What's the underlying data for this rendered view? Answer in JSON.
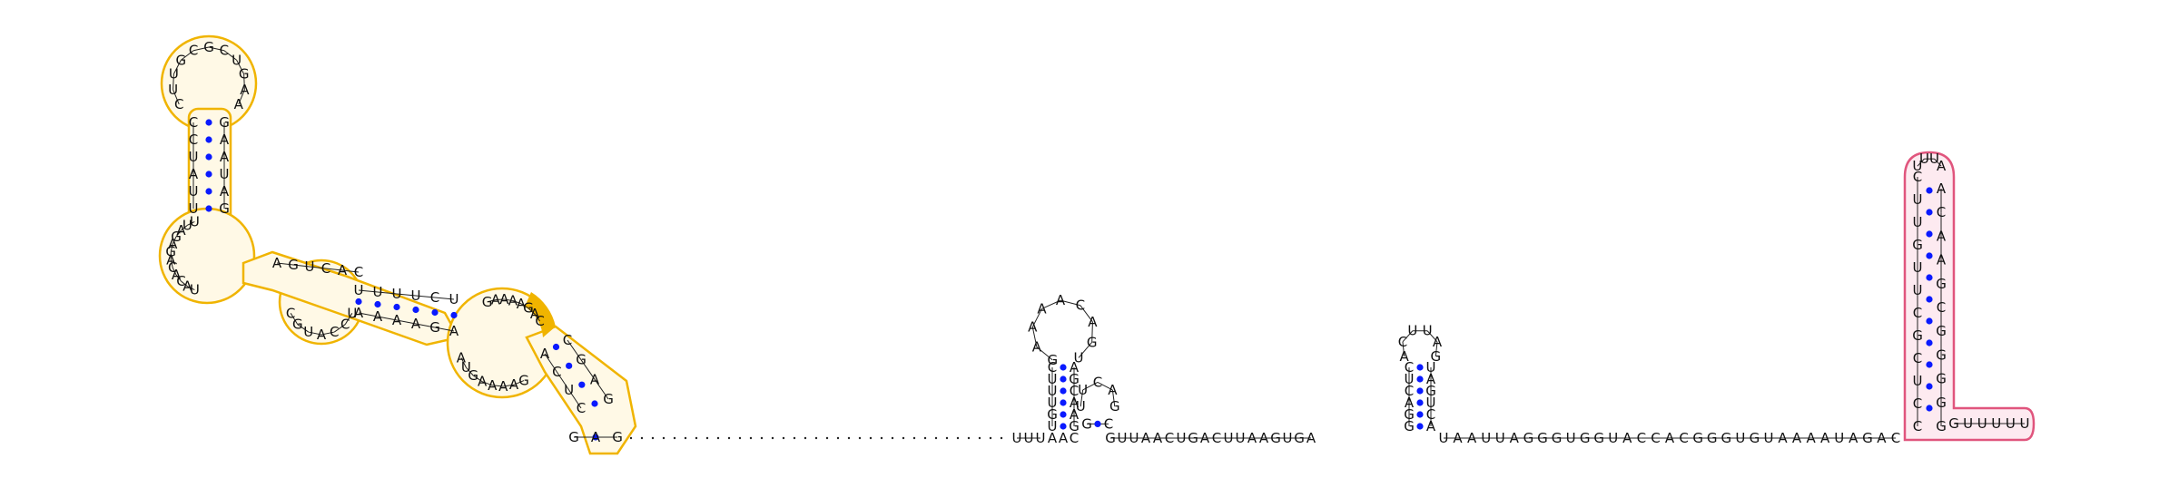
{
  "diagram": {
    "colors": {
      "region_a": "#f0b400",
      "region_a_fill": "#fff9e6",
      "region_a_highlight": "#f0b400",
      "region_b": "#e0557d",
      "region_b_fill": "#fdeaf0",
      "pair_dot": "#0a1aff",
      "backbone": "#222222"
    },
    "segments": {
      "hairpin_loop_1": "CUUGCGCUGAA",
      "stem_1_left": "CCUAUU",
      "stem_1_right": "GAAUAG",
      "junction_left": "UUAGAGACACAU",
      "junction_mid": "AGUCAC",
      "interior_right": "CGUACCU",
      "stem_2": "UUUUCU",
      "stem_2_right": "AAAAGA",
      "loop_3": "GAAAAGAC",
      "loop_3_right": "AUGAAAAG",
      "stem_4_left": "ACUC",
      "stem_4_right": "CGAG",
      "foot": "GAG",
      "single_strand_5p": "UUU",
      "hairpin_2_loop": "GAAAACAGU",
      "hairpin_2_stem_left": "UGUUUC",
      "hairpin_2_stem_right": "AGCAAG",
      "hairpin_3_loop": "UUCAG",
      "hairpin_3_stem_left": "G",
      "hairpin_3_stem_right": "C",
      "linker": "AAC",
      "linker_2": "GUUAACUGACUUAAGUGA",
      "hairpin_4_loop": "ACUUAG",
      "hairpin_4_stem_left": "CUCAGG",
      "hairpin_4_stem_right": "UAGUCA",
      "linker_3": "UAAUUAGGGUGGUACCACGGGUGUAAAAUAGAC",
      "hairpin_5_loop": "UUUA",
      "hairpin_5_stem_left": "CUUGUUCGCUCC",
      "hairpin_5_stem_right": "ACAAGCGGGGG",
      "tail_3p": "GUUUUU"
    }
  }
}
